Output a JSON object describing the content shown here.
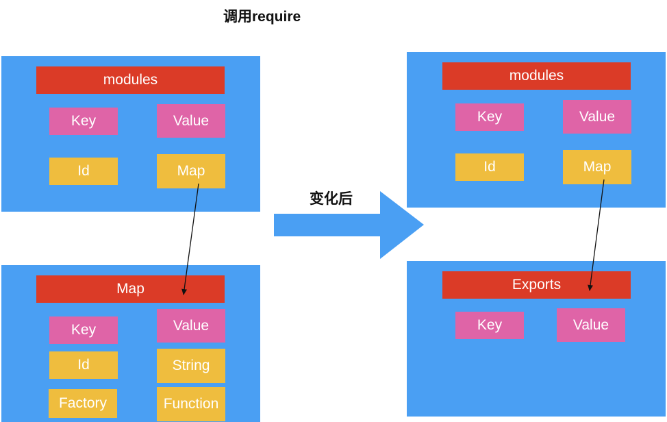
{
  "title": "调用require",
  "transition_label": "变化后",
  "colors": {
    "panel": "#4a9ff3",
    "header": "#db3b27",
    "key_value": "#df64a7",
    "type": "#efbd3e",
    "arrow": "#4a9ff3"
  },
  "before": {
    "modules_panel": {
      "header": "modules",
      "key": "Key",
      "value": "Value",
      "id": "Id",
      "map": "Map"
    },
    "map_panel": {
      "header": "Map",
      "key": "Key",
      "value": "Value",
      "id": "Id",
      "string": "String",
      "factory": "Factory",
      "function": "Function"
    }
  },
  "after": {
    "modules_panel": {
      "header": "modules",
      "key": "Key",
      "value": "Value",
      "id": "Id",
      "map": "Map"
    },
    "exports_panel": {
      "header": "Exports",
      "key": "Key",
      "value": "Value"
    }
  }
}
